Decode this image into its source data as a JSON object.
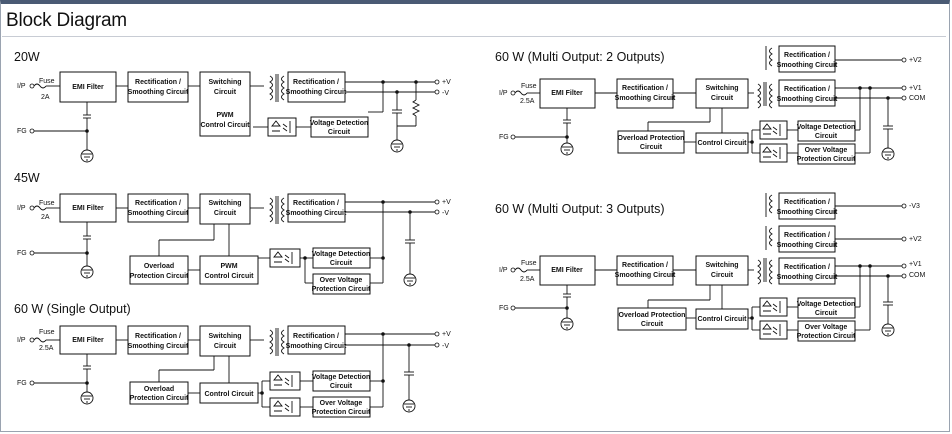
{
  "page": {
    "title": "Block Diagram"
  },
  "sections": {
    "s20": {
      "title": "20W",
      "input": "I/P",
      "fg": "FG",
      "fuse": "Fuse",
      "fuse_rating": "2A",
      "emi": "EMI Filter",
      "rect_in": [
        "Rectification /",
        "Smoothing Circuit"
      ],
      "switching": [
        "Switching",
        "Circuit"
      ],
      "pwm": [
        "PWM",
        "Control Circuit"
      ],
      "rect_out": [
        "Rectification /",
        "Smoothing Circuit"
      ],
      "vdet": [
        "Voltage Detection",
        "Circuit"
      ],
      "outputs": [
        "+V",
        "-V"
      ]
    },
    "s45": {
      "title": "45W",
      "input": "I/P",
      "fg": "FG",
      "fuse": "Fuse",
      "fuse_rating": "2A",
      "emi": "EMI Filter",
      "rect_in": [
        "Rectification /",
        "Smoothing Circuit"
      ],
      "switching": [
        "Switching",
        "Circuit"
      ],
      "ovp": [
        "Overload",
        "Protection Circuit"
      ],
      "pwm": [
        "PWM",
        "Control Circuit"
      ],
      "rect_out": [
        "Rectification /",
        "Smoothing Circuit"
      ],
      "vdet": [
        "Voltage Detection",
        "Circuit"
      ],
      "ovv": [
        "Over Voltage",
        "Protection Circuit"
      ],
      "outputs": [
        "+V",
        "-V"
      ]
    },
    "s60": {
      "title": "60 W (Single Output)",
      "input": "I/P",
      "fg": "FG",
      "fuse": "Fuse",
      "fuse_rating": "2.5A",
      "emi": "EMI Filter",
      "rect_in": [
        "Rectification /",
        "Smoothing Circuit"
      ],
      "switching": [
        "Switching",
        "Circuit"
      ],
      "ovp": [
        "Overload",
        "Protection Circuit"
      ],
      "ctrl": "Control Circuit",
      "rect_out": [
        "Rectification /",
        "Smoothing Circuit"
      ],
      "vdet": [
        "Voltage Detection",
        "Circuit"
      ],
      "ovv": [
        "Over Voltage",
        "Protection Circuit"
      ],
      "outputs": [
        "+V",
        "-V"
      ]
    },
    "s60m2": {
      "title": "60 W (Multi Output: 2 Outputs)",
      "input": "I/P",
      "fg": "FG",
      "fuse": "Fuse",
      "fuse_rating": "2.5A",
      "emi": "EMI Filter",
      "rect_in": [
        "Rectification /",
        "Smoothing Circuit"
      ],
      "switching": [
        "Switching",
        "Circuit"
      ],
      "ovp": [
        "Overload Protection",
        "Circuit"
      ],
      "ctrl": "Control Circuit",
      "rect_out_2": [
        "Rectification /",
        "Smoothing Circuit"
      ],
      "rect_out_1": [
        "Rectification /",
        "Smoothing Circuit"
      ],
      "vdet": [
        "Voltage Detection",
        "Circuit"
      ],
      "ovv": [
        "Over Voltage",
        "Protection Circuit"
      ],
      "outputs": [
        "+V2",
        "+V1",
        "COM"
      ]
    },
    "s60m3": {
      "title": "60 W (Multi Output: 3 Outputs)",
      "input": "I/P",
      "fg": "FG",
      "fuse": "Fuse",
      "fuse_rating": "2.5A",
      "emi": "EMI Filter",
      "rect_in": [
        "Rectification /",
        "Smoothing Circuit"
      ],
      "switching": [
        "Switching",
        "Circuit"
      ],
      "ovp": [
        "Overload Protection",
        "Circuit"
      ],
      "ctrl": "Control Circuit",
      "rect_out_3": [
        "Rectification /",
        "Smoothing Circuit"
      ],
      "rect_out_2": [
        "Rectification /",
        "Smoothing Circuit"
      ],
      "rect_out_1": [
        "Rectification /",
        "Smoothing Circuit"
      ],
      "vdet": [
        "Voltage Detection",
        "Circuit"
      ],
      "ovv": [
        "Over Voltage",
        "Protection Circuit"
      ],
      "outputs": [
        "-V3",
        "+V2",
        "+V1",
        "COM"
      ]
    }
  }
}
